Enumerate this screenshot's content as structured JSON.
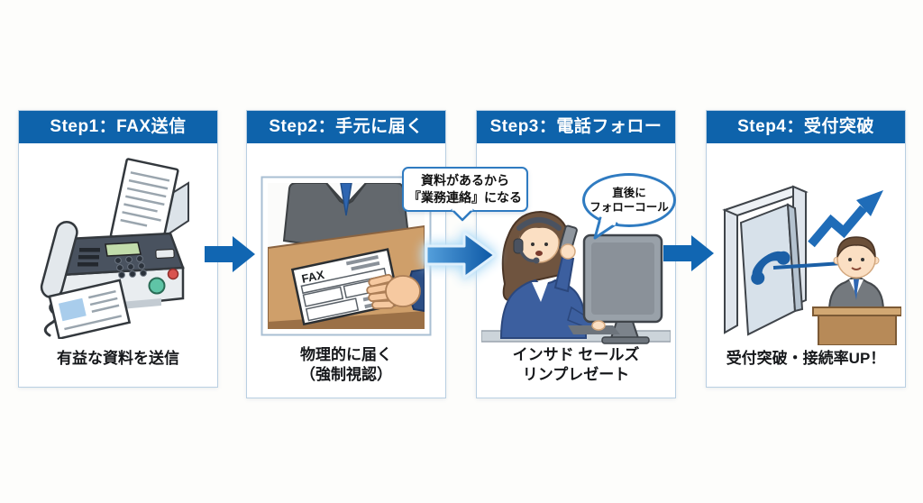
{
  "colors": {
    "header_bg": "#0e63ab",
    "arrow_blue": "#1166b2",
    "callout_border": "#2f7bc1",
    "panel_border": "#b9cfe2"
  },
  "steps": [
    {
      "header": "Step1：FAX送信",
      "caption_lines": [
        "有益な資料を送信"
      ]
    },
    {
      "header": "Step2：手元に届く",
      "caption_lines": [
        "物理的に届く",
        "（強制視認）"
      ],
      "document_label": "FAX"
    },
    {
      "header": "Step3：電話フォロー",
      "caption_lines": [
        "インサド セールズ",
        "リンプレゼート"
      ],
      "speech_bubble_lines": [
        "直後に",
        "フォローコール"
      ]
    },
    {
      "header": "Step4：受付突破",
      "caption_lines": [
        "受付突破・接続率UP！"
      ]
    }
  ],
  "callout": {
    "lines": [
      "資料があるから",
      "『業務連絡』になる"
    ]
  }
}
